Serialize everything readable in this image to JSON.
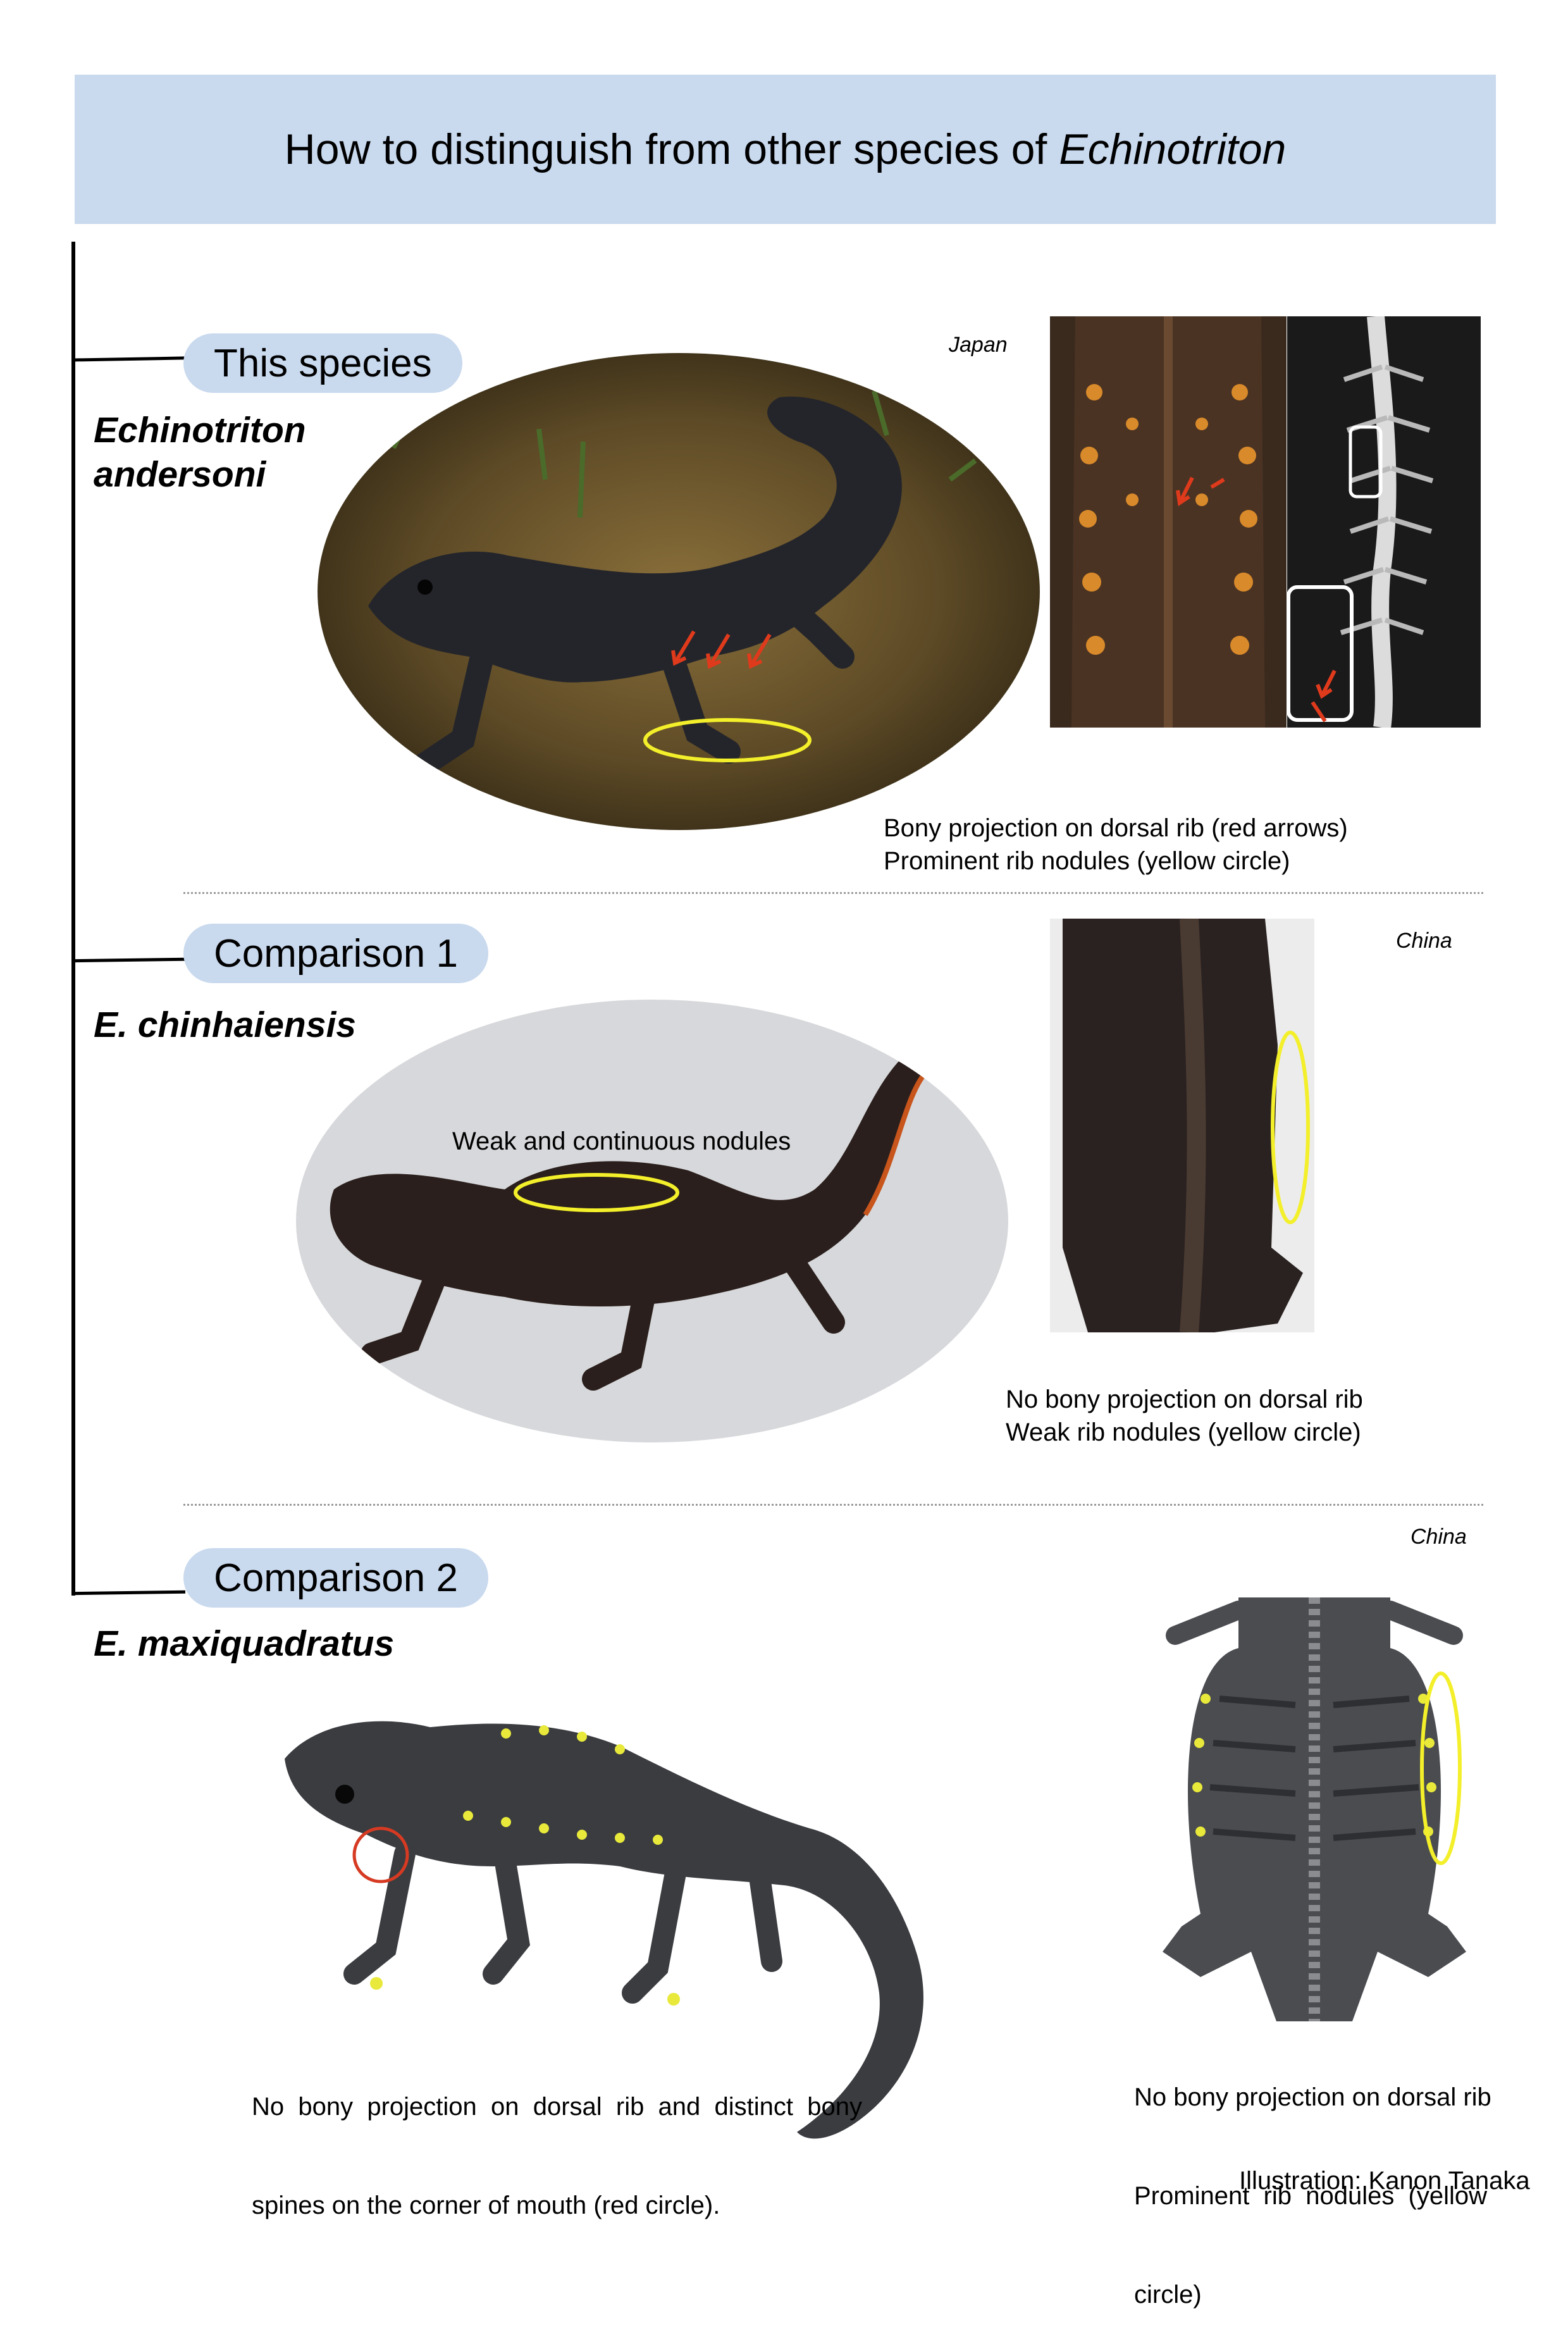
{
  "title": {
    "prefix": "How to distinguish from other species of ",
    "genus": "Echinotriton"
  },
  "sections": [
    {
      "label": "This species",
      "species_line1": "Echinotriton",
      "species_line2": "andersoni",
      "region": "Japan",
      "caption_line1": "Bony projection on dorsal rib (red arrows)",
      "caption_line2": "Prominent rib nodules (yellow circle)"
    },
    {
      "label": "Comparison 1",
      "species": "E. chinhaiensis",
      "region": "China",
      "photo_annotation": "Weak and continuous nodules",
      "caption_line1": "No bony projection on dorsal rib",
      "caption_line2": "Weak rib nodules (yellow circle)"
    },
    {
      "label": "Comparison 2",
      "species": "E. maxiquadratus",
      "region": "China",
      "left_caption_line1": "No  bony  projection  on  dorsal  rib  and  distinct  bony",
      "left_caption_line2": "spines on the corner of mouth (red circle).",
      "right_caption_line1": "No bony projection on dorsal rib",
      "right_caption_line2": "Prominent  rib  nodules  (yellow",
      "right_caption_line3": "circle)"
    }
  ],
  "credit": "Illustration: Kanon Tanaka",
  "colors": {
    "header_bg": "#c9d9ee",
    "arrow_red": "#e03a1c",
    "highlight_yellow": "#f3ef2a"
  }
}
